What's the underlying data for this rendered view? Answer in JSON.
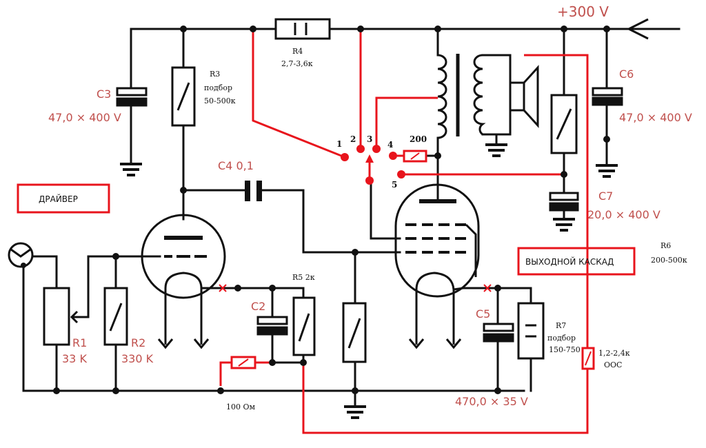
{
  "supply_label": "+300 V",
  "blocks": {
    "driver": "ДРАЙВЕР",
    "output_stage": "ВЫХОДНОЙ КАСКАД"
  },
  "components": {
    "c3": {
      "name": "C3",
      "value": "47,0 × 400 V"
    },
    "c4": {
      "name": "C4 0,1"
    },
    "c2": {
      "name": "C2"
    },
    "c5": {
      "name": "C5"
    },
    "c6": {
      "name": "C6",
      "value": "47,0 × 400 V"
    },
    "c7": {
      "name": "C7",
      "value": "20,0 × 400 V"
    },
    "c5_value": "470,0 × 35 V",
    "r1": {
      "name": "R1",
      "value": "33 K"
    },
    "r2": {
      "name": "R2",
      "value": "330 K"
    },
    "r3": {
      "name": "R3",
      "note": "подбор",
      "value": "50-500к"
    },
    "r4": {
      "name": "R4",
      "value": "2,7-3,6к"
    },
    "r5": {
      "name": "R5 2к"
    },
    "r6": {
      "name": "R6",
      "value": "200-500к"
    },
    "r7": {
      "name": "R7",
      "note": "подбор",
      "value": "150-750"
    },
    "r_feedback": {
      "value": "1,2-2,4к",
      "note": "ООС"
    },
    "r_grid": {
      "value": "100 Ом"
    },
    "r_screen": {
      "value": "200"
    }
  },
  "switch_positions": [
    "1",
    "2",
    "3",
    "4",
    "5"
  ],
  "colors": {
    "wire": "#111111",
    "modification": "#e8141c",
    "label": "#c0504d"
  }
}
